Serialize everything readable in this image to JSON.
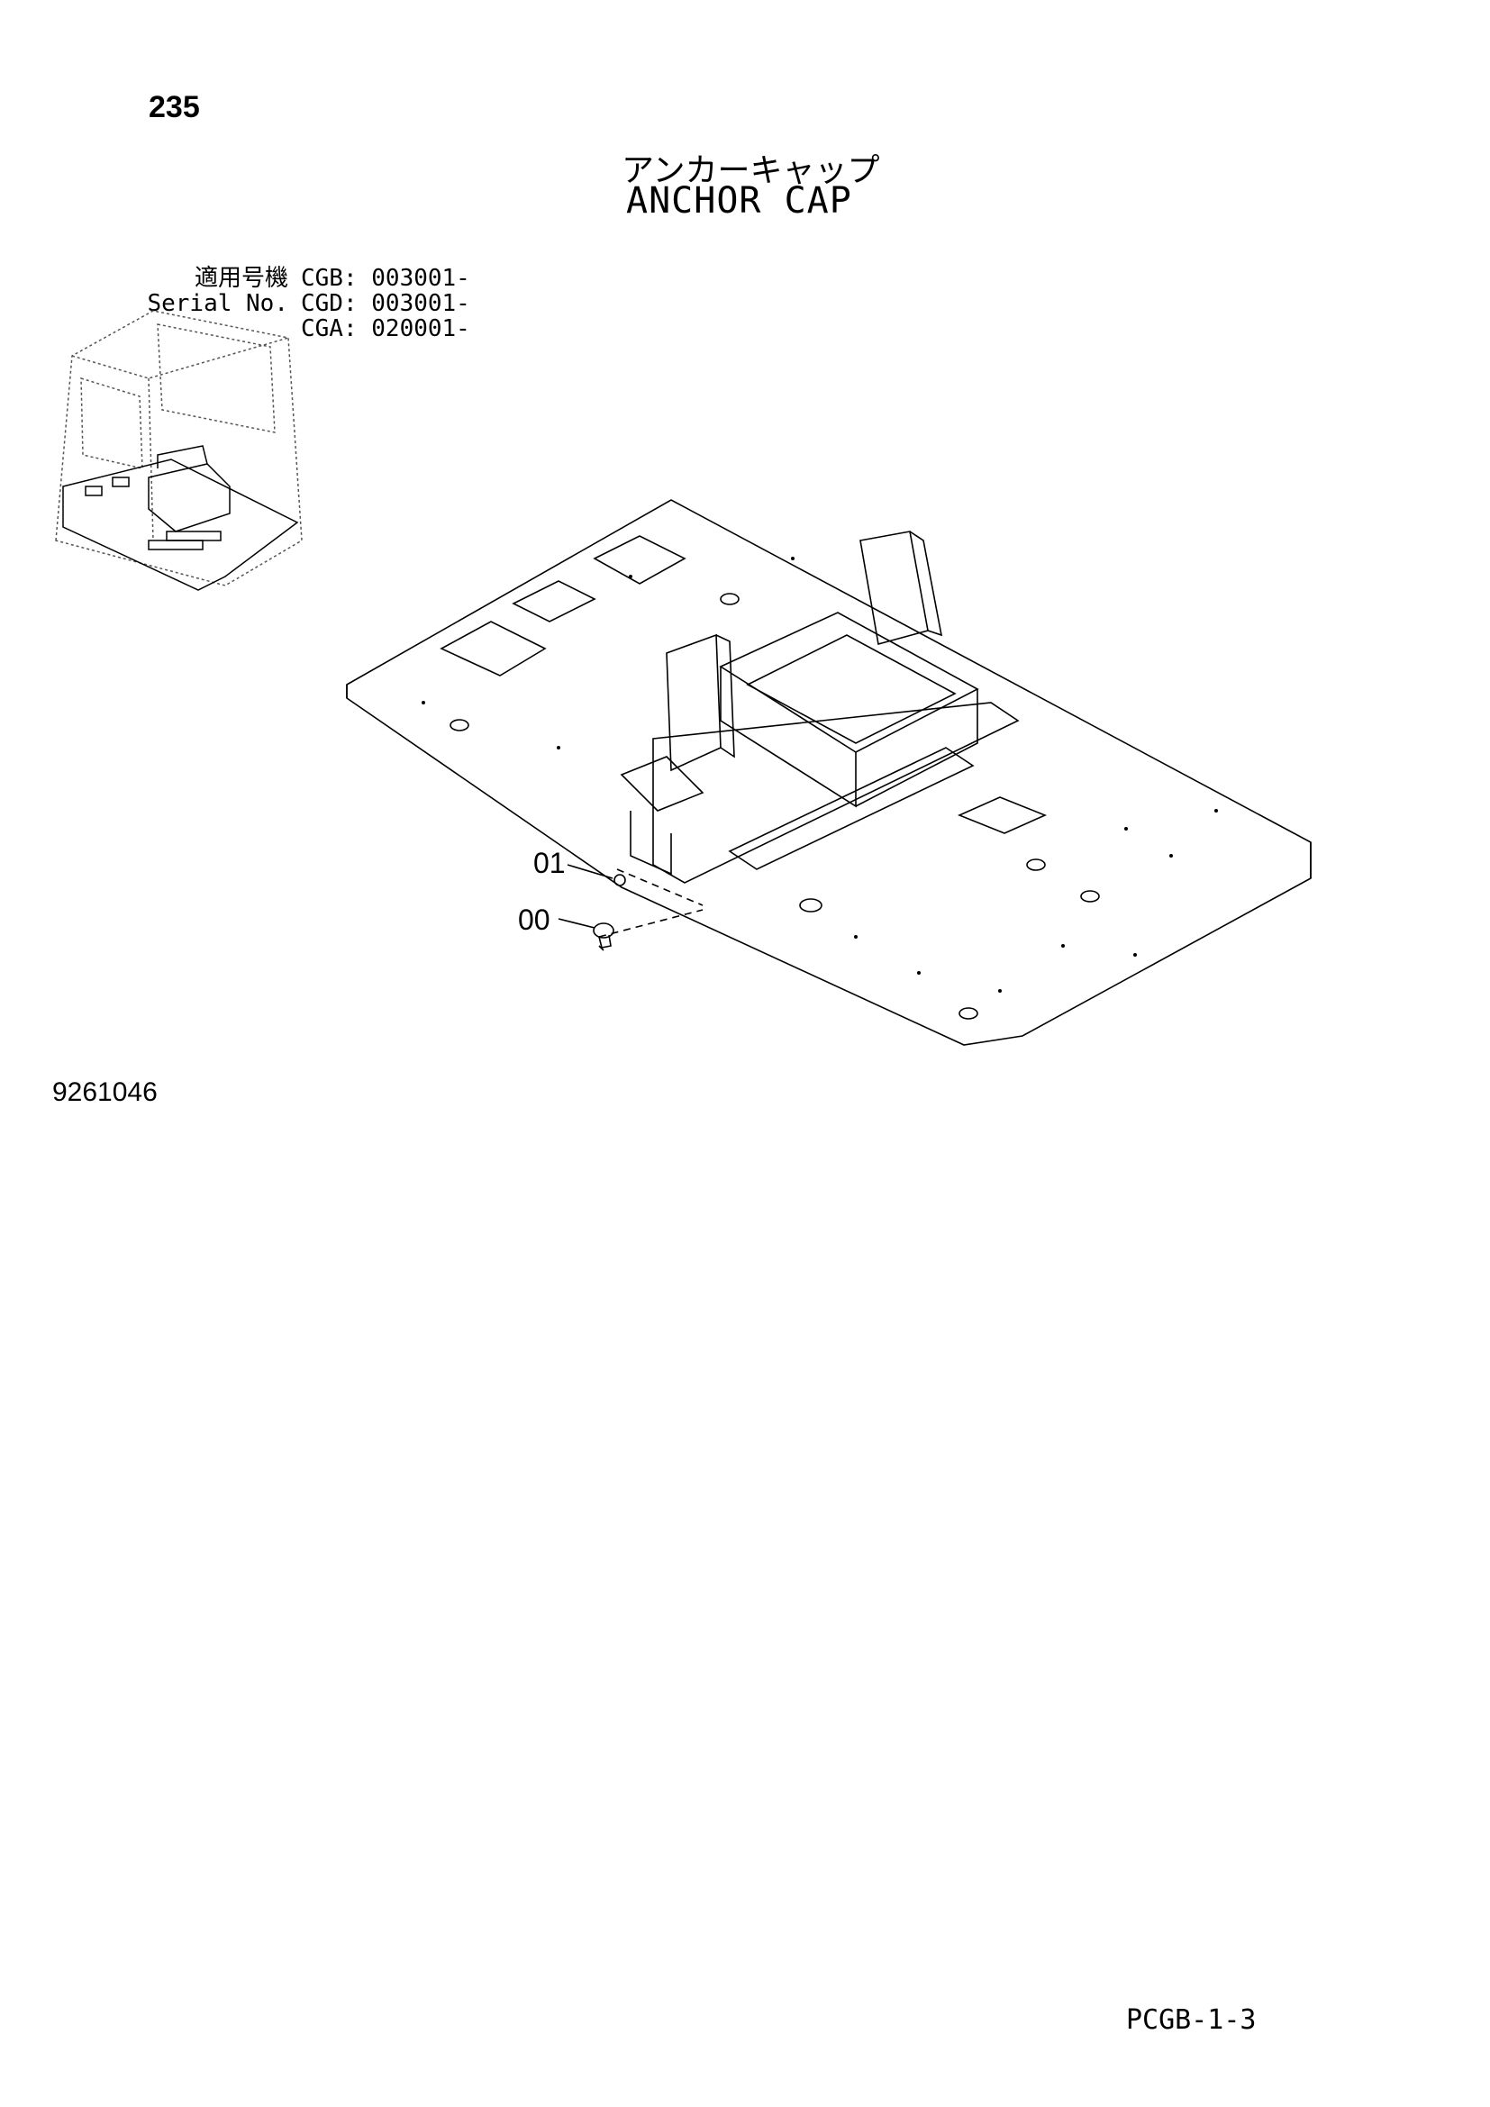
{
  "header": {
    "page_number": "235",
    "title_jp": "アンカーキャップ",
    "title_en": "ANCHOR CAP"
  },
  "serial": {
    "rows": [
      {
        "label": "適用号機",
        "value": "CGB: 003001-"
      },
      {
        "label": "Serial No.",
        "value": "CGD: 003001-"
      },
      {
        "label": "",
        "value": "CGA: 020001-"
      }
    ]
  },
  "callouts": {
    "part_01": "01",
    "part_00": "00"
  },
  "footer": {
    "drawing_number": "9261046",
    "page_code": "PCGB-1-3"
  }
}
